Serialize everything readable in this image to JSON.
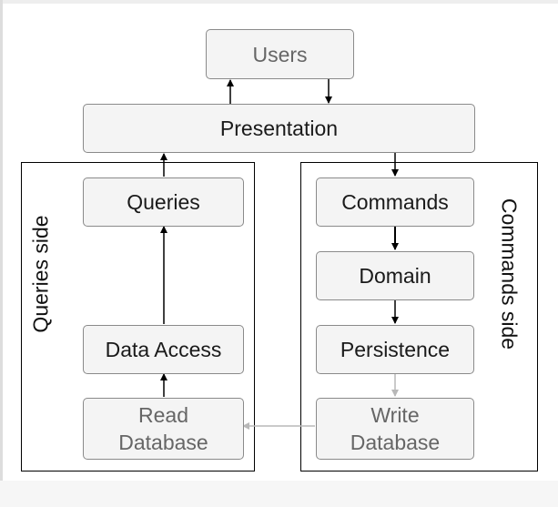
{
  "diagram": {
    "nodes": {
      "users": "Users",
      "presentation": "Presentation",
      "queries": "Queries",
      "data_access": "Data Access",
      "read_database": "Read\nDatabase",
      "commands": "Commands",
      "domain": "Domain",
      "persistence": "Persistence",
      "write_database": "Write\nDatabase"
    },
    "groups": {
      "queries_side": "Queries side",
      "commands_side": "Commands side"
    },
    "edges": [
      {
        "from": "presentation",
        "to": "users"
      },
      {
        "from": "users",
        "to": "presentation"
      },
      {
        "from": "queries",
        "to": "presentation"
      },
      {
        "from": "presentation",
        "to": "commands"
      },
      {
        "from": "commands",
        "to": "domain"
      },
      {
        "from": "domain",
        "to": "persistence"
      },
      {
        "from": "persistence",
        "to": "write_database"
      },
      {
        "from": "write_database",
        "to": "read_database"
      },
      {
        "from": "read_database",
        "to": "data_access"
      },
      {
        "from": "data_access",
        "to": "queries"
      }
    ],
    "colors": {
      "box_fill": "#f4f4f4",
      "box_border": "#8a8a8a",
      "edge": "#000000",
      "faded_edge": "#b8b8b8",
      "faded_text": "#666666"
    }
  }
}
